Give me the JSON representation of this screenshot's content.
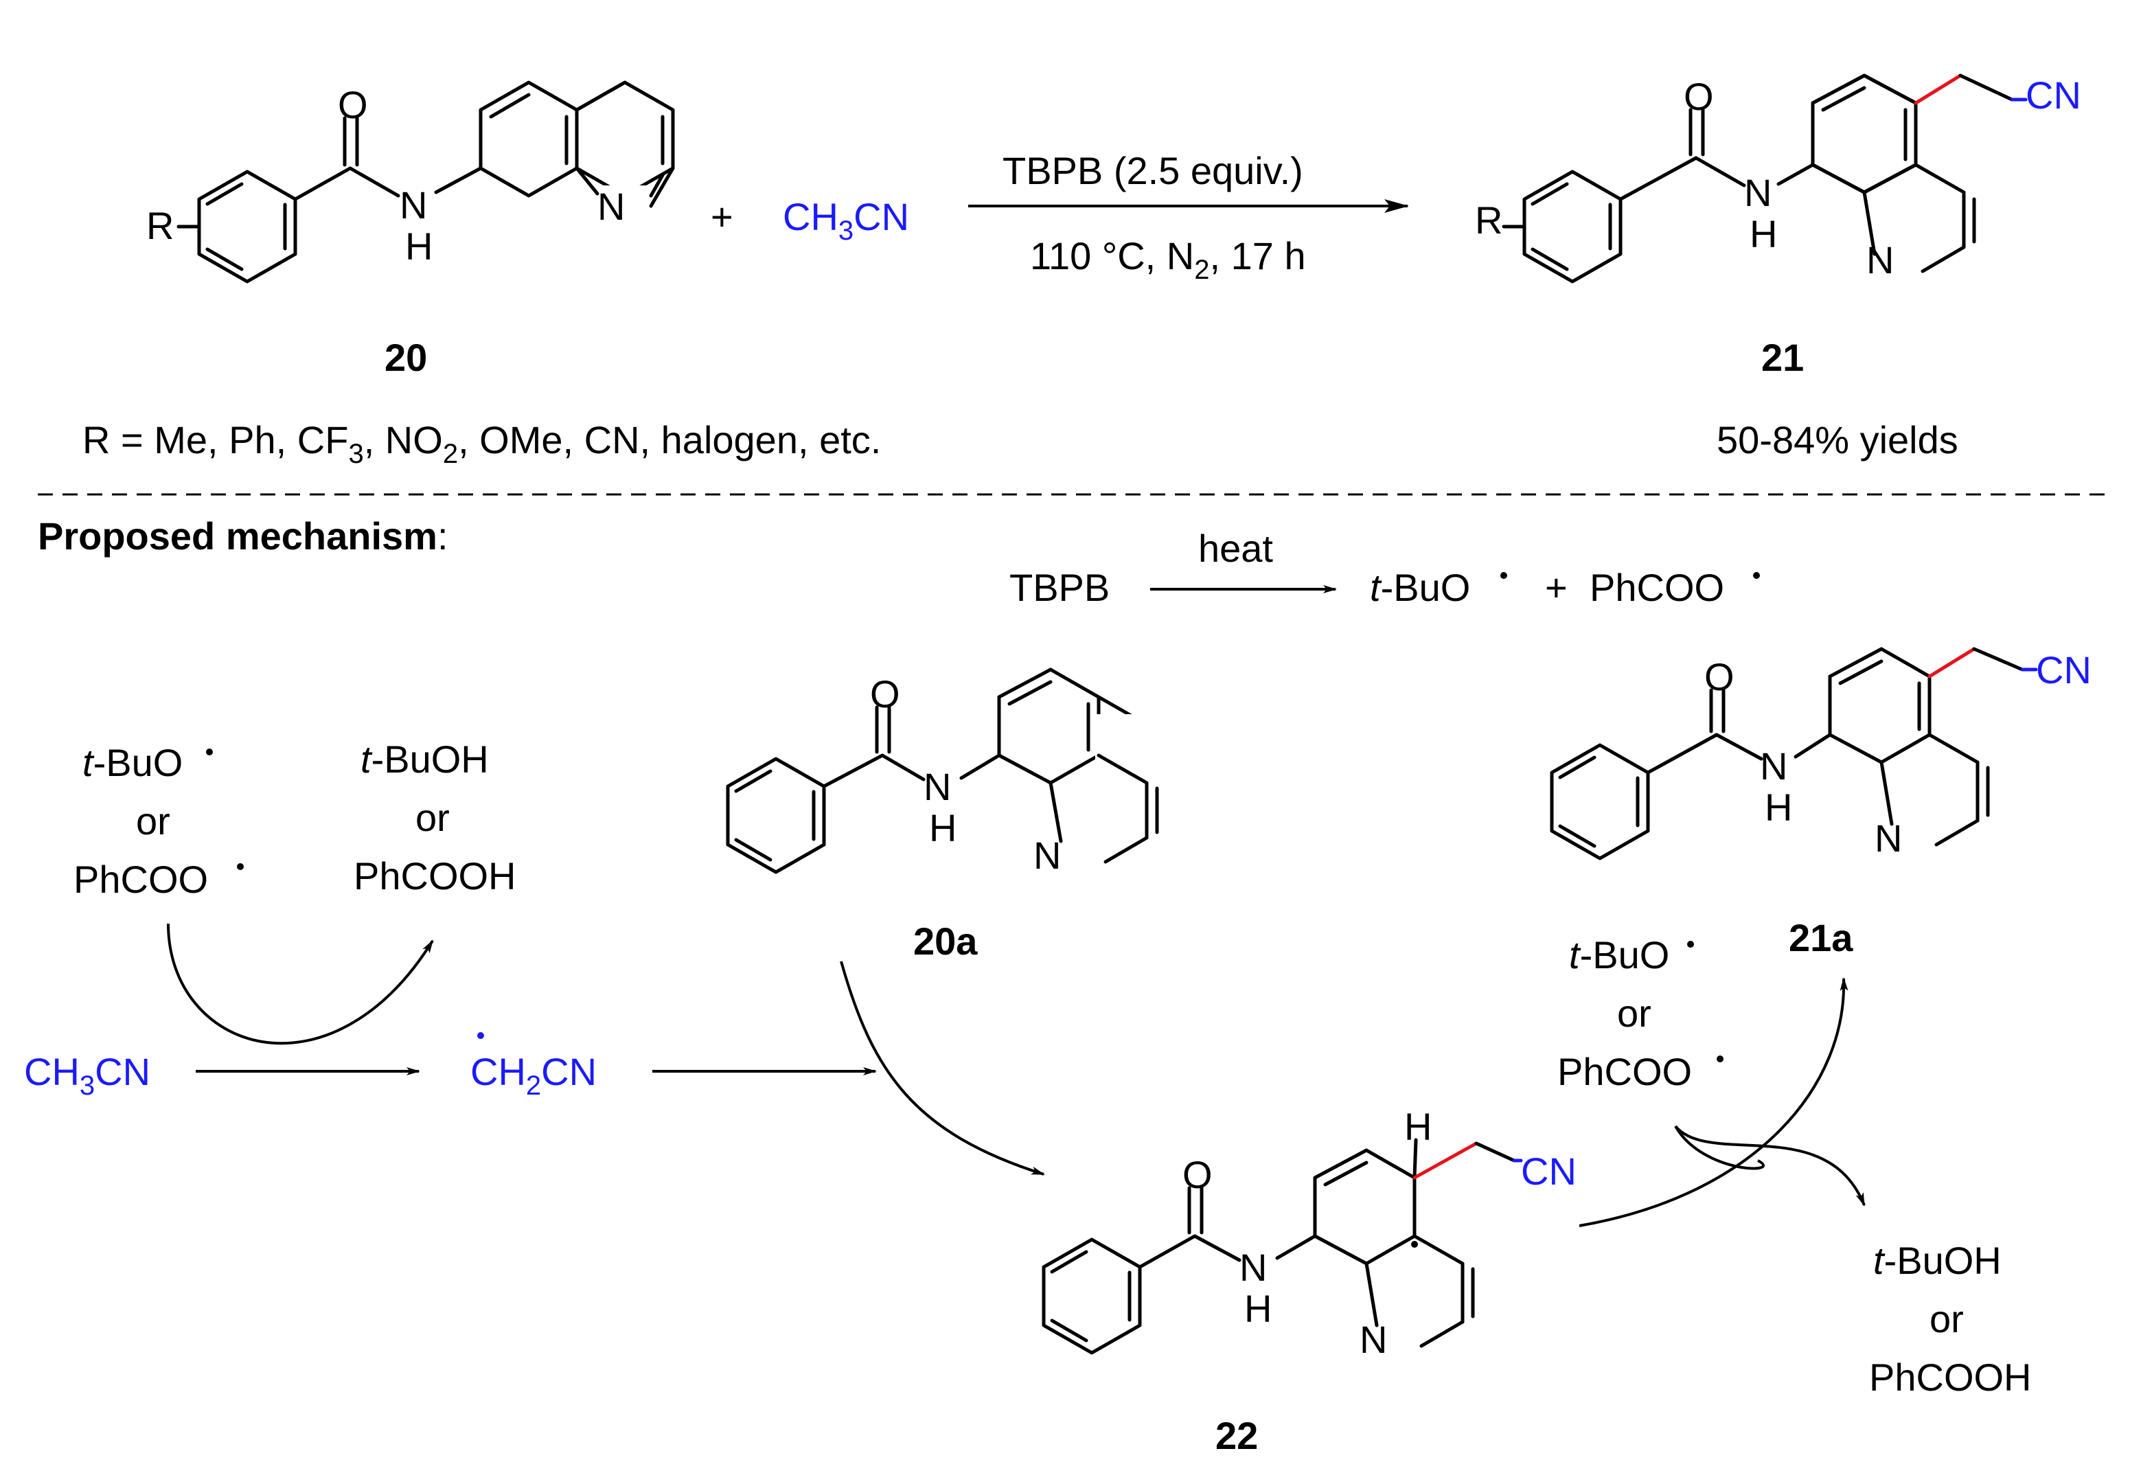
{
  "colors": {
    "reagent": "#1a1aff",
    "new_bond": "#e8131b",
    "text": "#000000"
  },
  "top_reaction": {
    "reactant_label": "20",
    "plus": "+",
    "reagent": {
      "main": "CH",
      "sub": "3",
      "tail": "CN"
    },
    "conditions_above": "TBPB (2.5 equiv.)",
    "conditions_below": {
      "a": "110 °C, N",
      "sub": "2",
      "b": ", 17 h"
    },
    "product_label": "21",
    "scope": {
      "a": "R = Me, Ph, CF",
      "s1": "3",
      "b": ", NO",
      "s2": "2",
      "c": ", OMe, CN, halogen, etc."
    },
    "yields": "50-84% yields"
  },
  "mechanism": {
    "heading": "Proposed mechanism",
    "heading_colon": ":",
    "initiation": {
      "reactant": "TBPB",
      "over_arrow": "heat",
      "product_a_prefix": "t",
      "product_a": "-BuO",
      "plus": "+",
      "product_b": "PhCOO"
    },
    "left_cycle": {
      "radical_1_prefix": "t",
      "radical_1": "-BuO",
      "or": "or",
      "radical_2": "PhCOO",
      "byproduct_1_prefix": "t",
      "byproduct_1": "-BuOH",
      "byproduct_2": "PhCOOH"
    },
    "acetonitrile": {
      "main": "CH",
      "sub": "3",
      "tail": "CN"
    },
    "cyanomethyl_radical": {
      "main": "CH",
      "sub": "2",
      "tail": "CN"
    },
    "substrate_label": "20a",
    "intermediate_label": "22",
    "product_label": "21a",
    "right_cycle": {
      "radical_1_prefix": "t",
      "radical_1": "-BuO",
      "or": "or",
      "radical_2": "PhCOO",
      "byproduct_1_prefix": "t",
      "byproduct_1": "-BuOH",
      "byproduct_2": "PhCOOH"
    }
  },
  "atoms": {
    "O": "O",
    "N": "N",
    "H": "H",
    "R": "R",
    "CN": "CN"
  }
}
